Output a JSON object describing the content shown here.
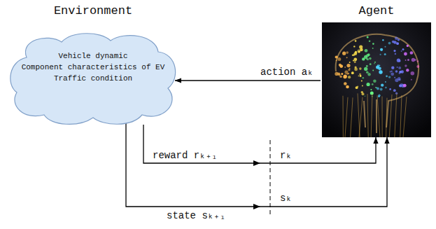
{
  "diagram": {
    "nodes": [
      {
        "text": [
          "Environment",
          "Vehicle dynamic",
          "Component characteristics of EV",
          "Traffic condition"
        ]
      },
      {
        "text": [
          "Agent"
        ]
      }
    ],
    "edges": [
      {
        "from": 1,
        "to": 0,
        "arrow": "to",
        "label": "action aₖ"
      },
      {
        "from": 0,
        "to": 1,
        "arrow": "to",
        "label": "reward rₖ₊₁"
      },
      {
        "from": 0,
        "to": 1,
        "arrow": "to",
        "label": "state sₖ₊₁"
      }
    ],
    "labels": [
      "rₖ",
      "sₖ"
    ]
  }
}
